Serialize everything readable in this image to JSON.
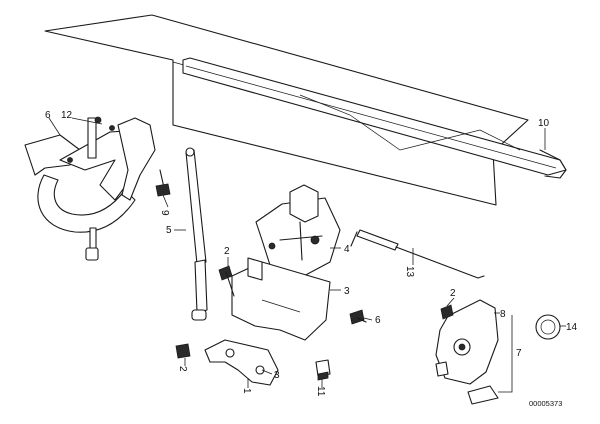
{
  "callouts": {
    "c1": "1",
    "c2a": "2",
    "c2b": "2",
    "c2c": "2",
    "c3a": "3",
    "c3b": "3",
    "c4": "4",
    "c5": "5",
    "c6a": "6",
    "c6b": "6",
    "c7": "7",
    "c8": "8",
    "c9": "9",
    "c10": "10",
    "c11": "11",
    "c12": "12",
    "c13": "13",
    "c14": "14"
  },
  "reference_number": "00005373"
}
